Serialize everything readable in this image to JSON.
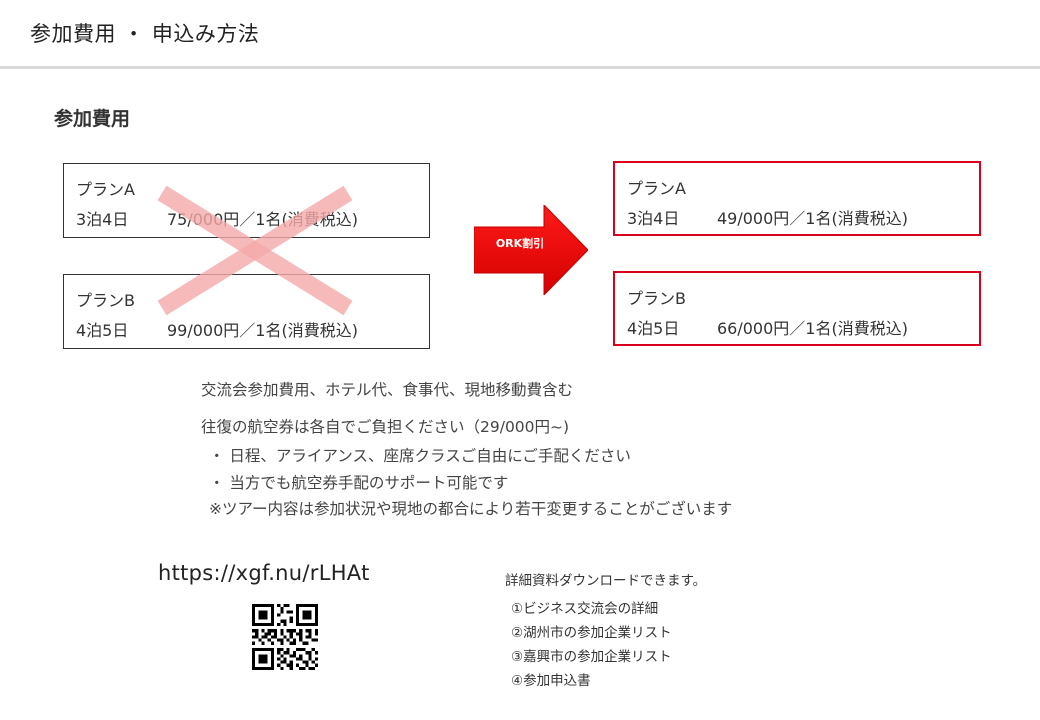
{
  "header": {
    "title": "参加費用 ・ 申込み方法"
  },
  "section": {
    "title": "参加費用"
  },
  "plans_original": [
    {
      "name": "プランA",
      "nights": "3泊4日",
      "price": "75/000円／1名(消費税込)"
    },
    {
      "name": "プランB",
      "nights": "4泊5日",
      "price": "99/000円／1名(消費税込)"
    }
  ],
  "discount": {
    "label": "ORK割引"
  },
  "plans_discounted": [
    {
      "name": "プランA",
      "nights": "3泊4日",
      "price": "49/000円／1名(消費税込)"
    },
    {
      "name": "プランB",
      "nights": "4泊5日",
      "price": "66/000円／1名(消費税込)"
    }
  ],
  "notes": {
    "includes": "交流会参加費用、ホテル代、食事代、現地移動費含む",
    "airfare": "往復の航空券は各自でご負担ください（29/000円~)",
    "bullet1": "・ 日程、アライアンス、座席クラスご自由にご手配ください",
    "bullet2": "・ 当方でも航空券手配のサポート可能です",
    "disclaimer": "※ツアー内容は参加状況や現地の都合により若干変更することがございます"
  },
  "application": {
    "url": "https://xgf.nu/rLHAt",
    "download_title": "詳細資料ダウンロードできます。",
    "downloads": [
      "①ビジネス交流会の詳細",
      "②湖州市の参加企業リスト",
      "③嘉興市の参加企業リスト",
      "④参加申込書"
    ]
  },
  "colors": {
    "accent_red": "#d9001b",
    "arrow_red": "#ee0000",
    "cross_pink": "#f7b9b9"
  }
}
